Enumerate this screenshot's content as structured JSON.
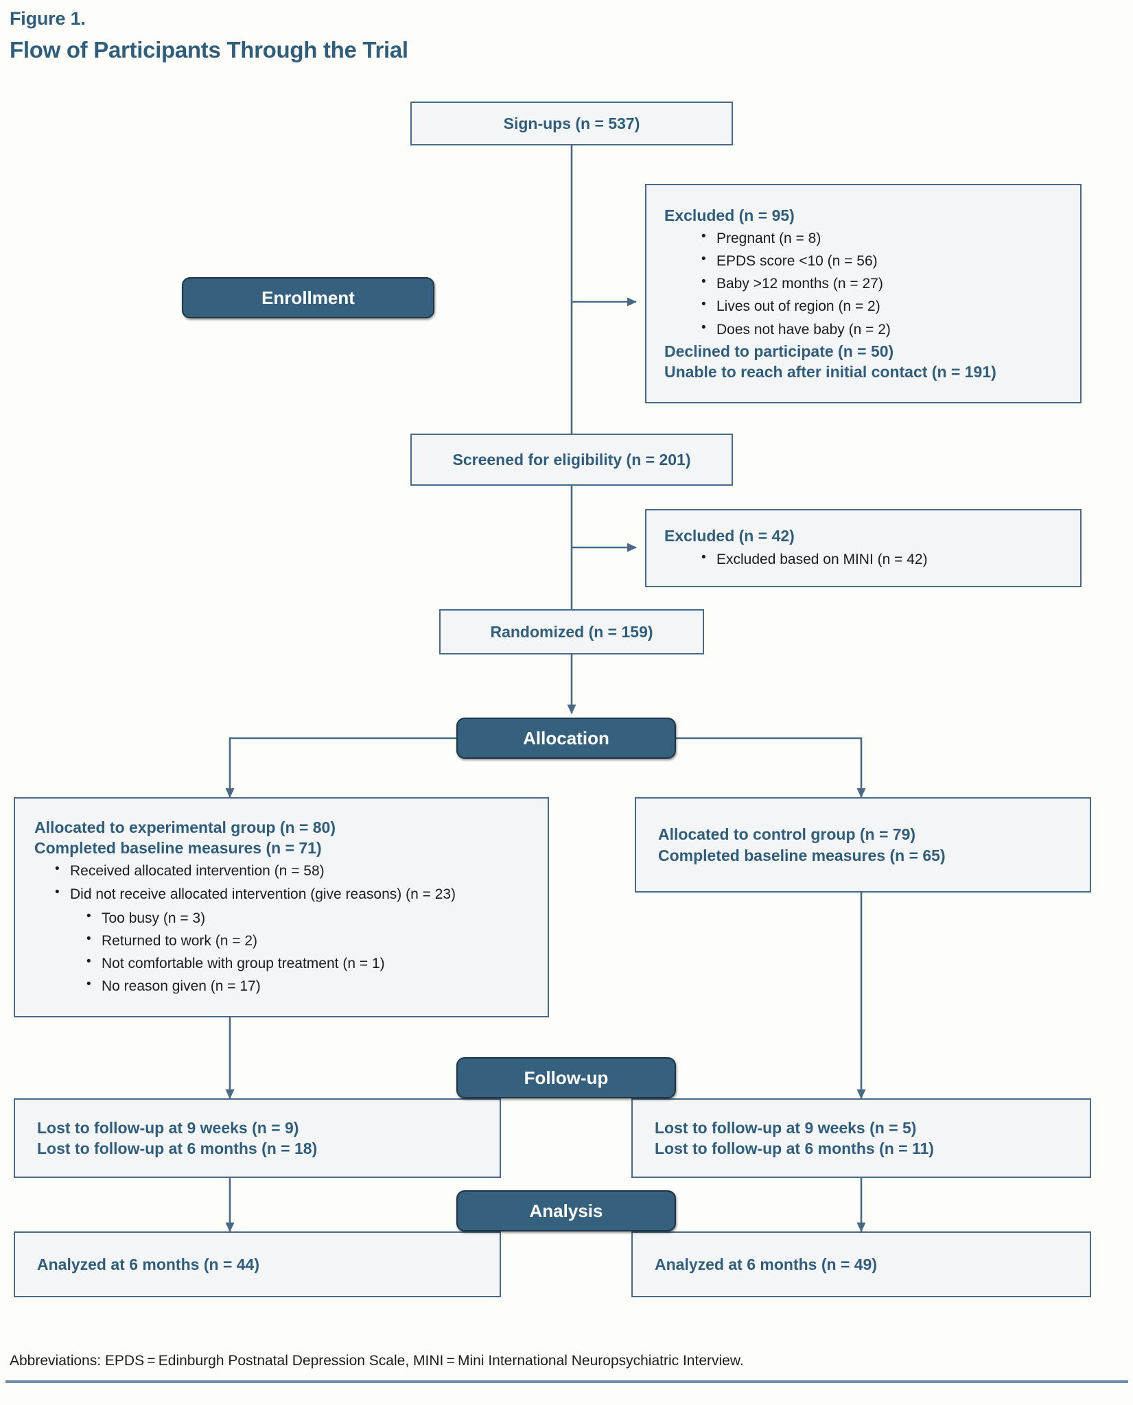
{
  "header": {
    "figure_label": "Figure 1.",
    "title": "Flow of Participants Through the Trial"
  },
  "colors": {
    "accent": "#2f5d7c",
    "pill_fill": "#35617f",
    "pill_border": "#1d3547",
    "box_fill": "#f4f5f7",
    "box_border": "#486a86",
    "connector": "#486a86",
    "body_text": "#1c1c1c"
  },
  "stages": {
    "enrollment": "Enrollment",
    "allocation": "Allocation",
    "followup": "Follow-up",
    "analysis": "Analysis"
  },
  "nodes": {
    "signups": {
      "line1": "Sign-ups (n = 537)"
    },
    "excluded_1": {
      "line1": "Excluded (n = 95)",
      "bullets": [
        "Pregnant (n = 8)",
        "EPDS score <10 (n = 56)",
        "Baby >12 months (n = 27)",
        "Lives out of region (n = 2)",
        "Does not have baby (n = 2)"
      ],
      "line2": "Declined to participate (n = 50)",
      "line3": "Unable to reach after initial contact (n = 191)"
    },
    "screened": {
      "line1": "Screened for eligibility (n = 201)"
    },
    "excluded_2": {
      "line1": "Excluded (n = 42)",
      "bullets": [
        "Excluded based on MINI (n = 42)"
      ]
    },
    "randomized": {
      "line1": "Randomized (n = 159)"
    },
    "allocated_exp": {
      "line1": "Allocated to experimental group (n = 80)",
      "line2": "Completed baseline measures (n = 71)",
      "bullets": [
        "Received allocated intervention (n = 58)",
        "Did not receive allocated intervention (give reasons) (n = 23)"
      ],
      "subbullets": [
        "Too busy (n = 3)",
        "Returned to work (n = 2)",
        "Not comfortable with group treatment (n = 1)",
        "No reason given (n = 17)"
      ]
    },
    "allocated_ctrl": {
      "line1": "Allocated to control group (n = 79)",
      "line2": "Completed baseline measures (n = 65)"
    },
    "lost_exp": {
      "line1": "Lost to follow-up at 9 weeks (n = 9)",
      "line2": "Lost to follow-up at 6 months (n = 18)"
    },
    "lost_ctrl": {
      "line1": "Lost to follow-up at 9 weeks (n = 5)",
      "line2": "Lost to follow-up at 6 months (n = 11)"
    },
    "analyzed_exp": {
      "line1": "Analyzed at 6 months (n = 44)"
    },
    "analyzed_ctrl": {
      "line1": "Analyzed at 6 months (n = 49)"
    }
  },
  "footnote": "Abbreviations: EPDS = Edinburgh Postnatal Depression Scale, MINI = Mini International Neuropsychiatric Interview."
}
